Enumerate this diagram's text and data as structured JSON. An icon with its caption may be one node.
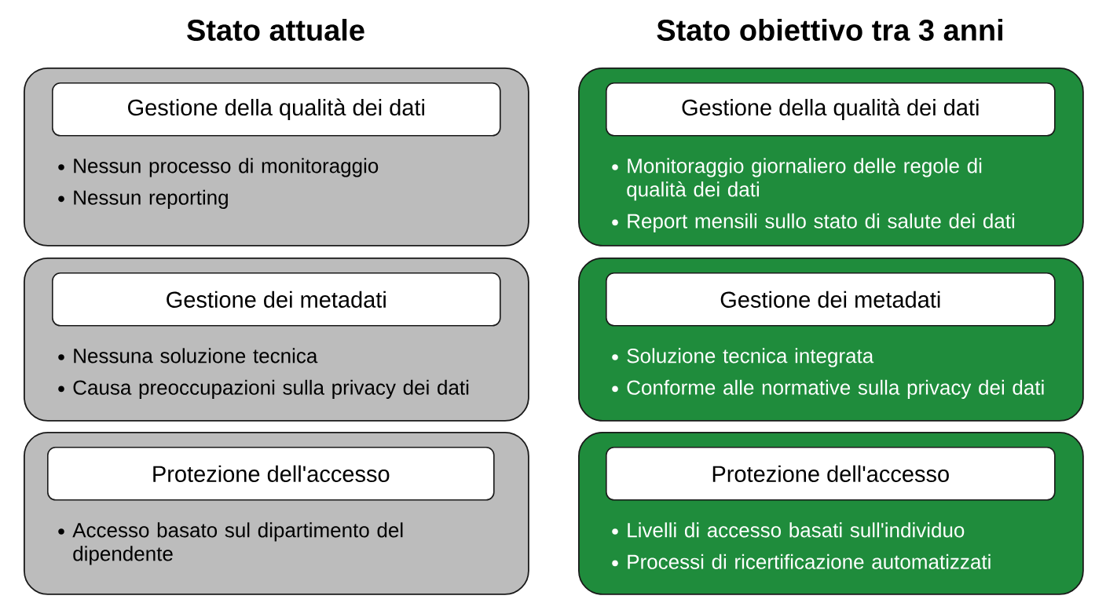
{
  "diagram": {
    "nodes": [
      {
        "text": [
          "Nessun processo di monitoraggio",
          "Nessun reporting"
        ]
      },
      {
        "text": [
          "Gestione della qualità dei dati"
        ],
        "in": 0
      },
      {
        "text": [
          "Nessuna soluzione tecnica",
          "Causa preoccupazioni sulla privacy dei dati"
        ]
      },
      {
        "text": [
          "Gestione dei metadati"
        ],
        "in": 2
      },
      {
        "text": [
          "Accesso basato sul dipartimento del dipendente"
        ]
      },
      {
        "text": [
          "Protezione dell'accesso"
        ],
        "in": 4
      },
      {
        "text": [
          "Monitoraggio giornaliero delle regole di qualità dei dati",
          "Report mensili sullo stato di salute dei dati"
        ]
      },
      {
        "text": [
          "Gestione della qualità dei dati"
        ],
        "in": 6
      },
      {
        "text": [
          "Soluzione tecnica integrata",
          "Conforme alle normative sulla privacy dei dati"
        ]
      },
      {
        "text": [
          "Gestione dei metadati"
        ],
        "in": 8
      },
      {
        "text": [
          "Livelli di accesso basati sull'individuo",
          "Processi di ricertificazione automatizzati"
        ]
      },
      {
        "text": [
          "Protezione dell'accesso"
        ],
        "in": 10
      }
    ],
    "labels": [
      "Stato attuale",
      "Stato obiettivo tra 3 anni"
    ]
  }
}
